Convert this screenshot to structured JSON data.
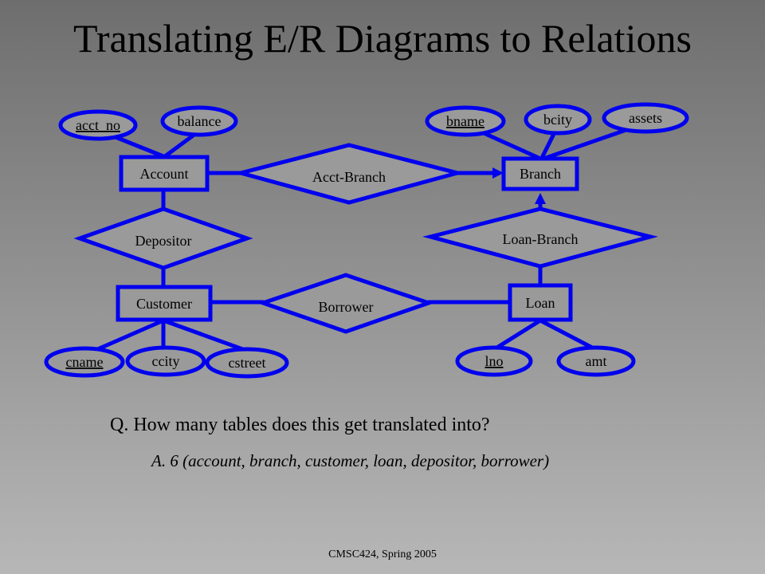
{
  "title": "Translating E/R Diagrams to Relations",
  "diagram": {
    "stroke_color": "#0000ee",
    "fill_color": "#9a9a9a",
    "entities": {
      "account": "Account",
      "branch": "Branch",
      "customer": "Customer",
      "loan": "Loan"
    },
    "relationships": {
      "acct_branch": "Acct-Branch",
      "depositor": "Depositor",
      "loan_branch": "Loan-Branch",
      "borrower": "Borrower"
    },
    "attributes": {
      "acct_no": "acct_no",
      "balance": "balance",
      "bname": "bname",
      "bcity": "bcity",
      "assets": "assets",
      "cname": "cname",
      "ccity": "ccity",
      "cstreet": "cstreet",
      "lno": "lno",
      "amt": "amt"
    }
  },
  "question": "Q. How many tables does this get translated into?",
  "answer": "A. 6 (account, branch, customer, loan, depositor, borrower)",
  "footer": "CMSC424, Spring 2005"
}
